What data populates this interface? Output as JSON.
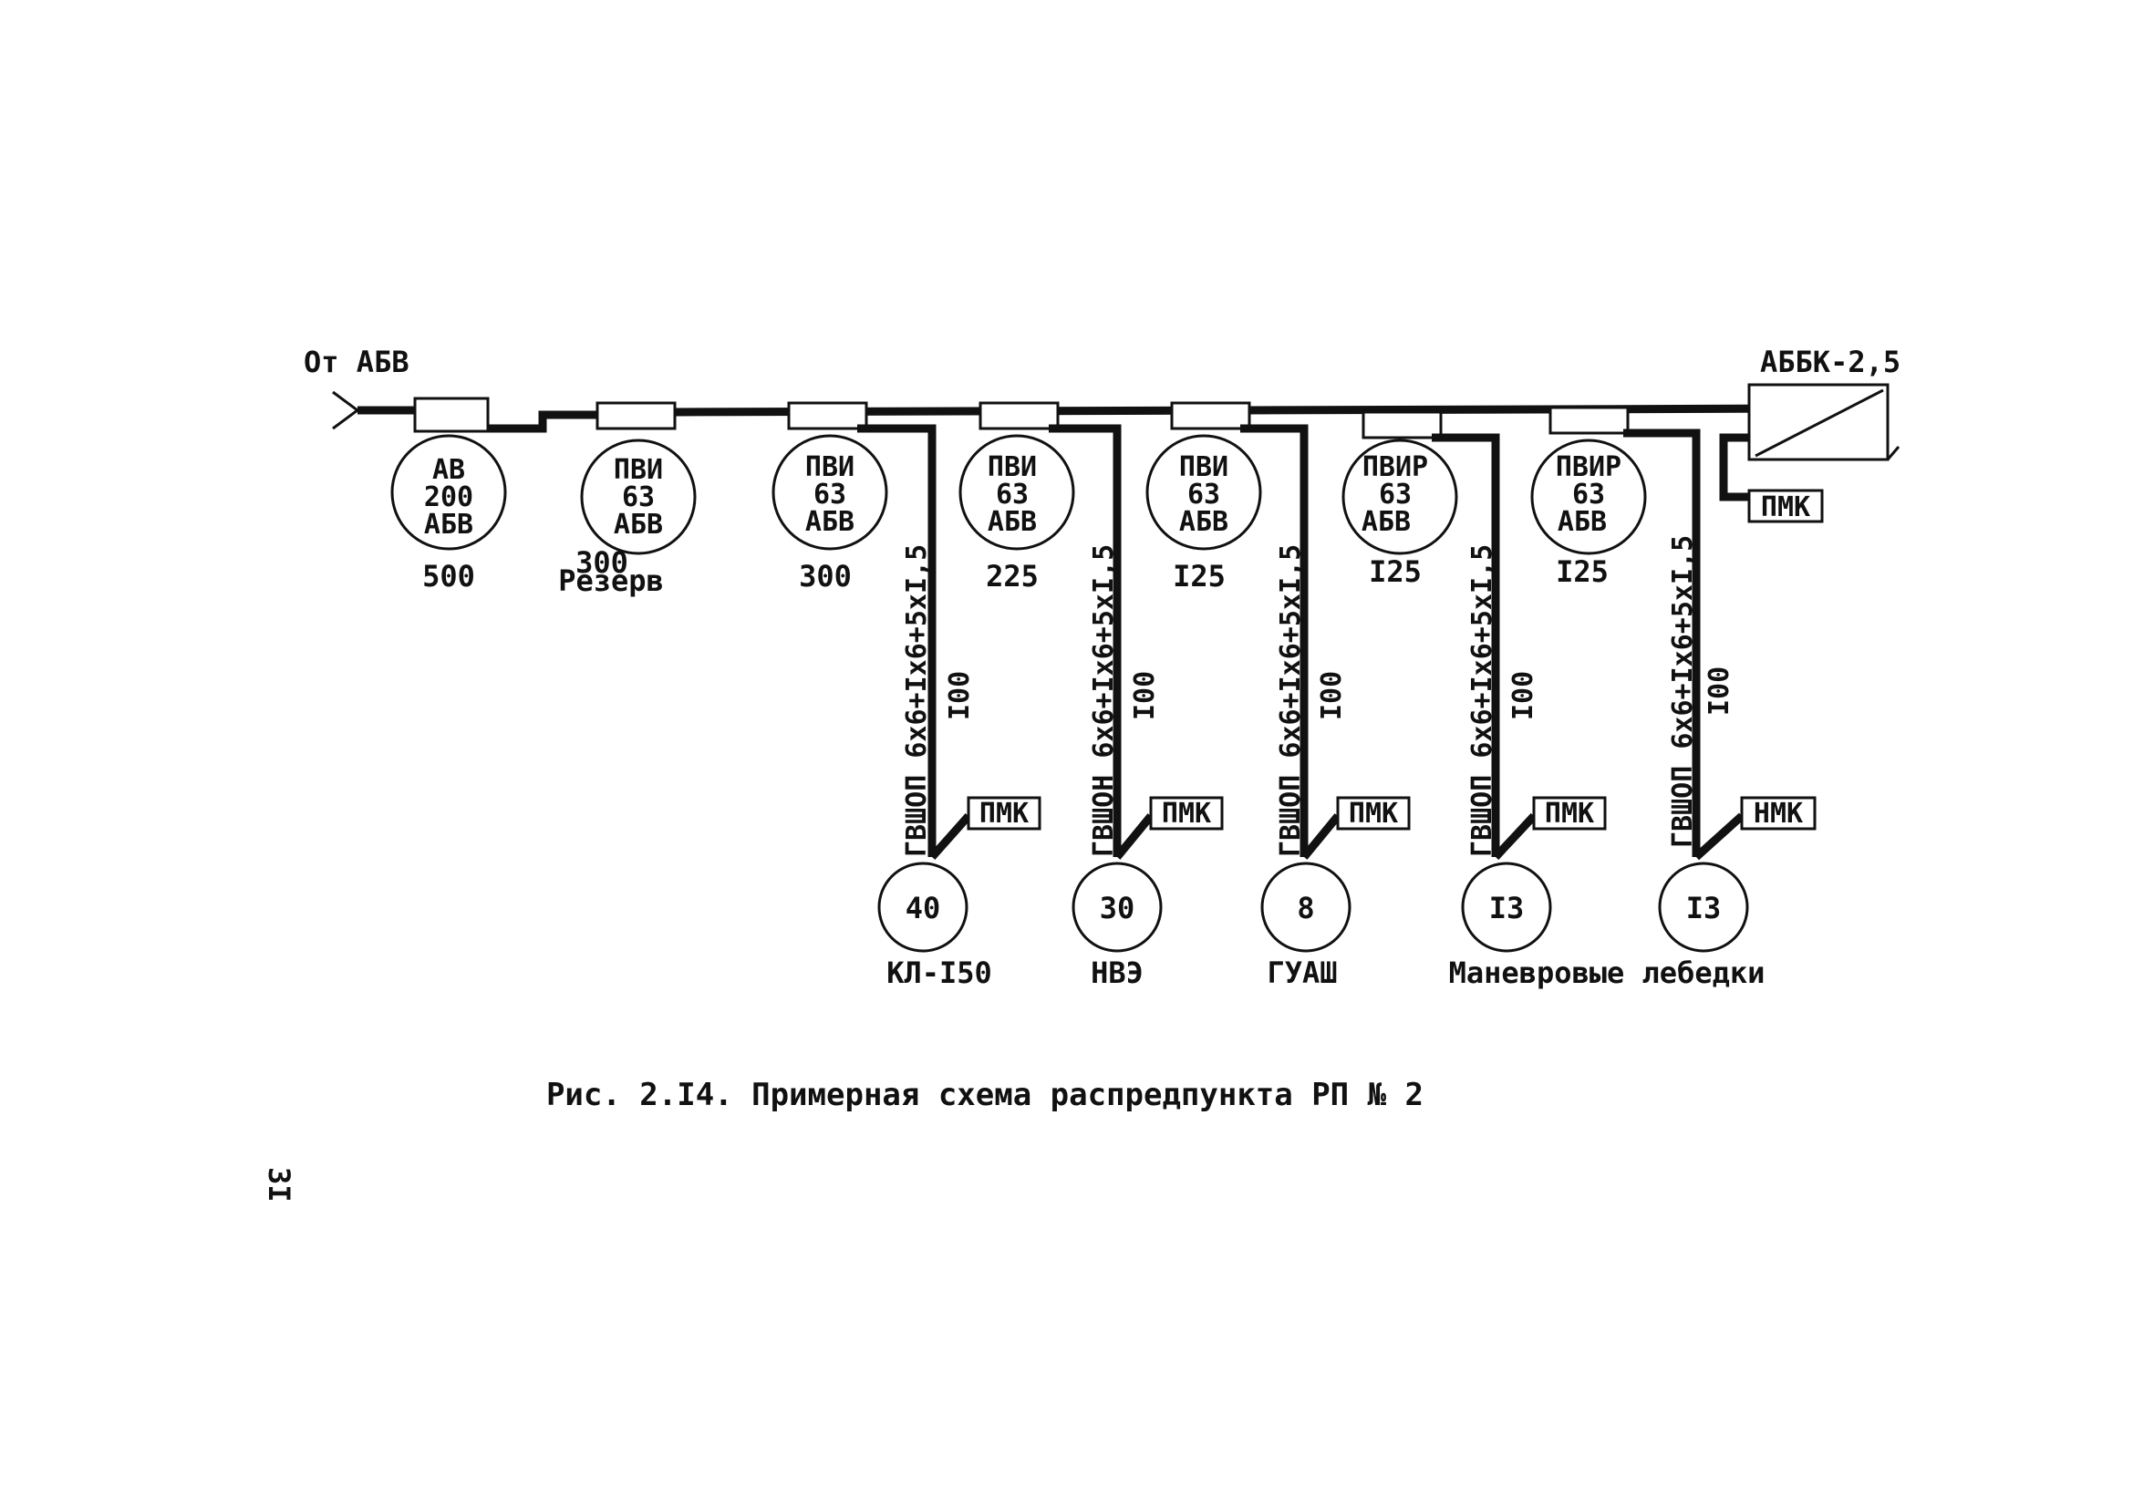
{
  "source_label": "От АБВ",
  "transformer_label": "АББК-2,5",
  "main_breakers": [
    {
      "lines": [
        "АВ",
        "200",
        "АБВ"
      ],
      "current": "500",
      "extra": ""
    },
    {
      "lines": [
        "ПВИ",
        "63",
        "АБВ"
      ],
      "current": "300",
      "extra": "Резерв"
    },
    {
      "lines": [
        "ПВИ",
        "63",
        "АБВ"
      ],
      "current": "300",
      "extra": ""
    },
    {
      "lines": [
        "ПВИ",
        "63",
        "АБВ"
      ],
      "current": "225",
      "extra": ""
    },
    {
      "lines": [
        "ПВИ",
        "63",
        "АБВ"
      ],
      "current": "I25",
      "extra": ""
    },
    {
      "lines": [
        "ПВИР",
        "63",
        "АБВ"
      ],
      "current": "I25",
      "extra": ""
    },
    {
      "lines": [
        "ПВИР",
        "63",
        "АБВ"
      ],
      "current": "I25",
      "extra": ""
    }
  ],
  "transformer_starter": "ПМК",
  "feeders": [
    {
      "cable": "ГВШОП 6х6+Iх6+5хI,5",
      "length": "I00",
      "starter": "ПМК",
      "motor_power": "40",
      "consumer": "КЛ-I50"
    },
    {
      "cable": "ГВШОН 6х6+Iх6+5хI,5",
      "length": "I00",
      "starter": "ПМК",
      "motor_power": "30",
      "consumer": "НВЭ"
    },
    {
      "cable": "ГВШОП 6х6+Iх6+5хI,5",
      "length": "I00",
      "starter": "ПМК",
      "motor_power": "8",
      "consumer": "ГУАШ"
    },
    {
      "cable": "ГВШОП 6х6+Iх6+5хI,5",
      "length": "I00",
      "starter": "ПМК",
      "motor_power": "I3",
      "consumer": ""
    },
    {
      "cable": "ГВШОП 6х6+Iх6+5хI,5",
      "length": "I00",
      "starter": "НМК",
      "motor_power": "I3",
      "consumer": ""
    }
  ],
  "winches_label": "Маневровые лебедки",
  "caption": "Рис. 2.I4. Примерная схема распредпункта РП № 2",
  "page_number": "3I"
}
